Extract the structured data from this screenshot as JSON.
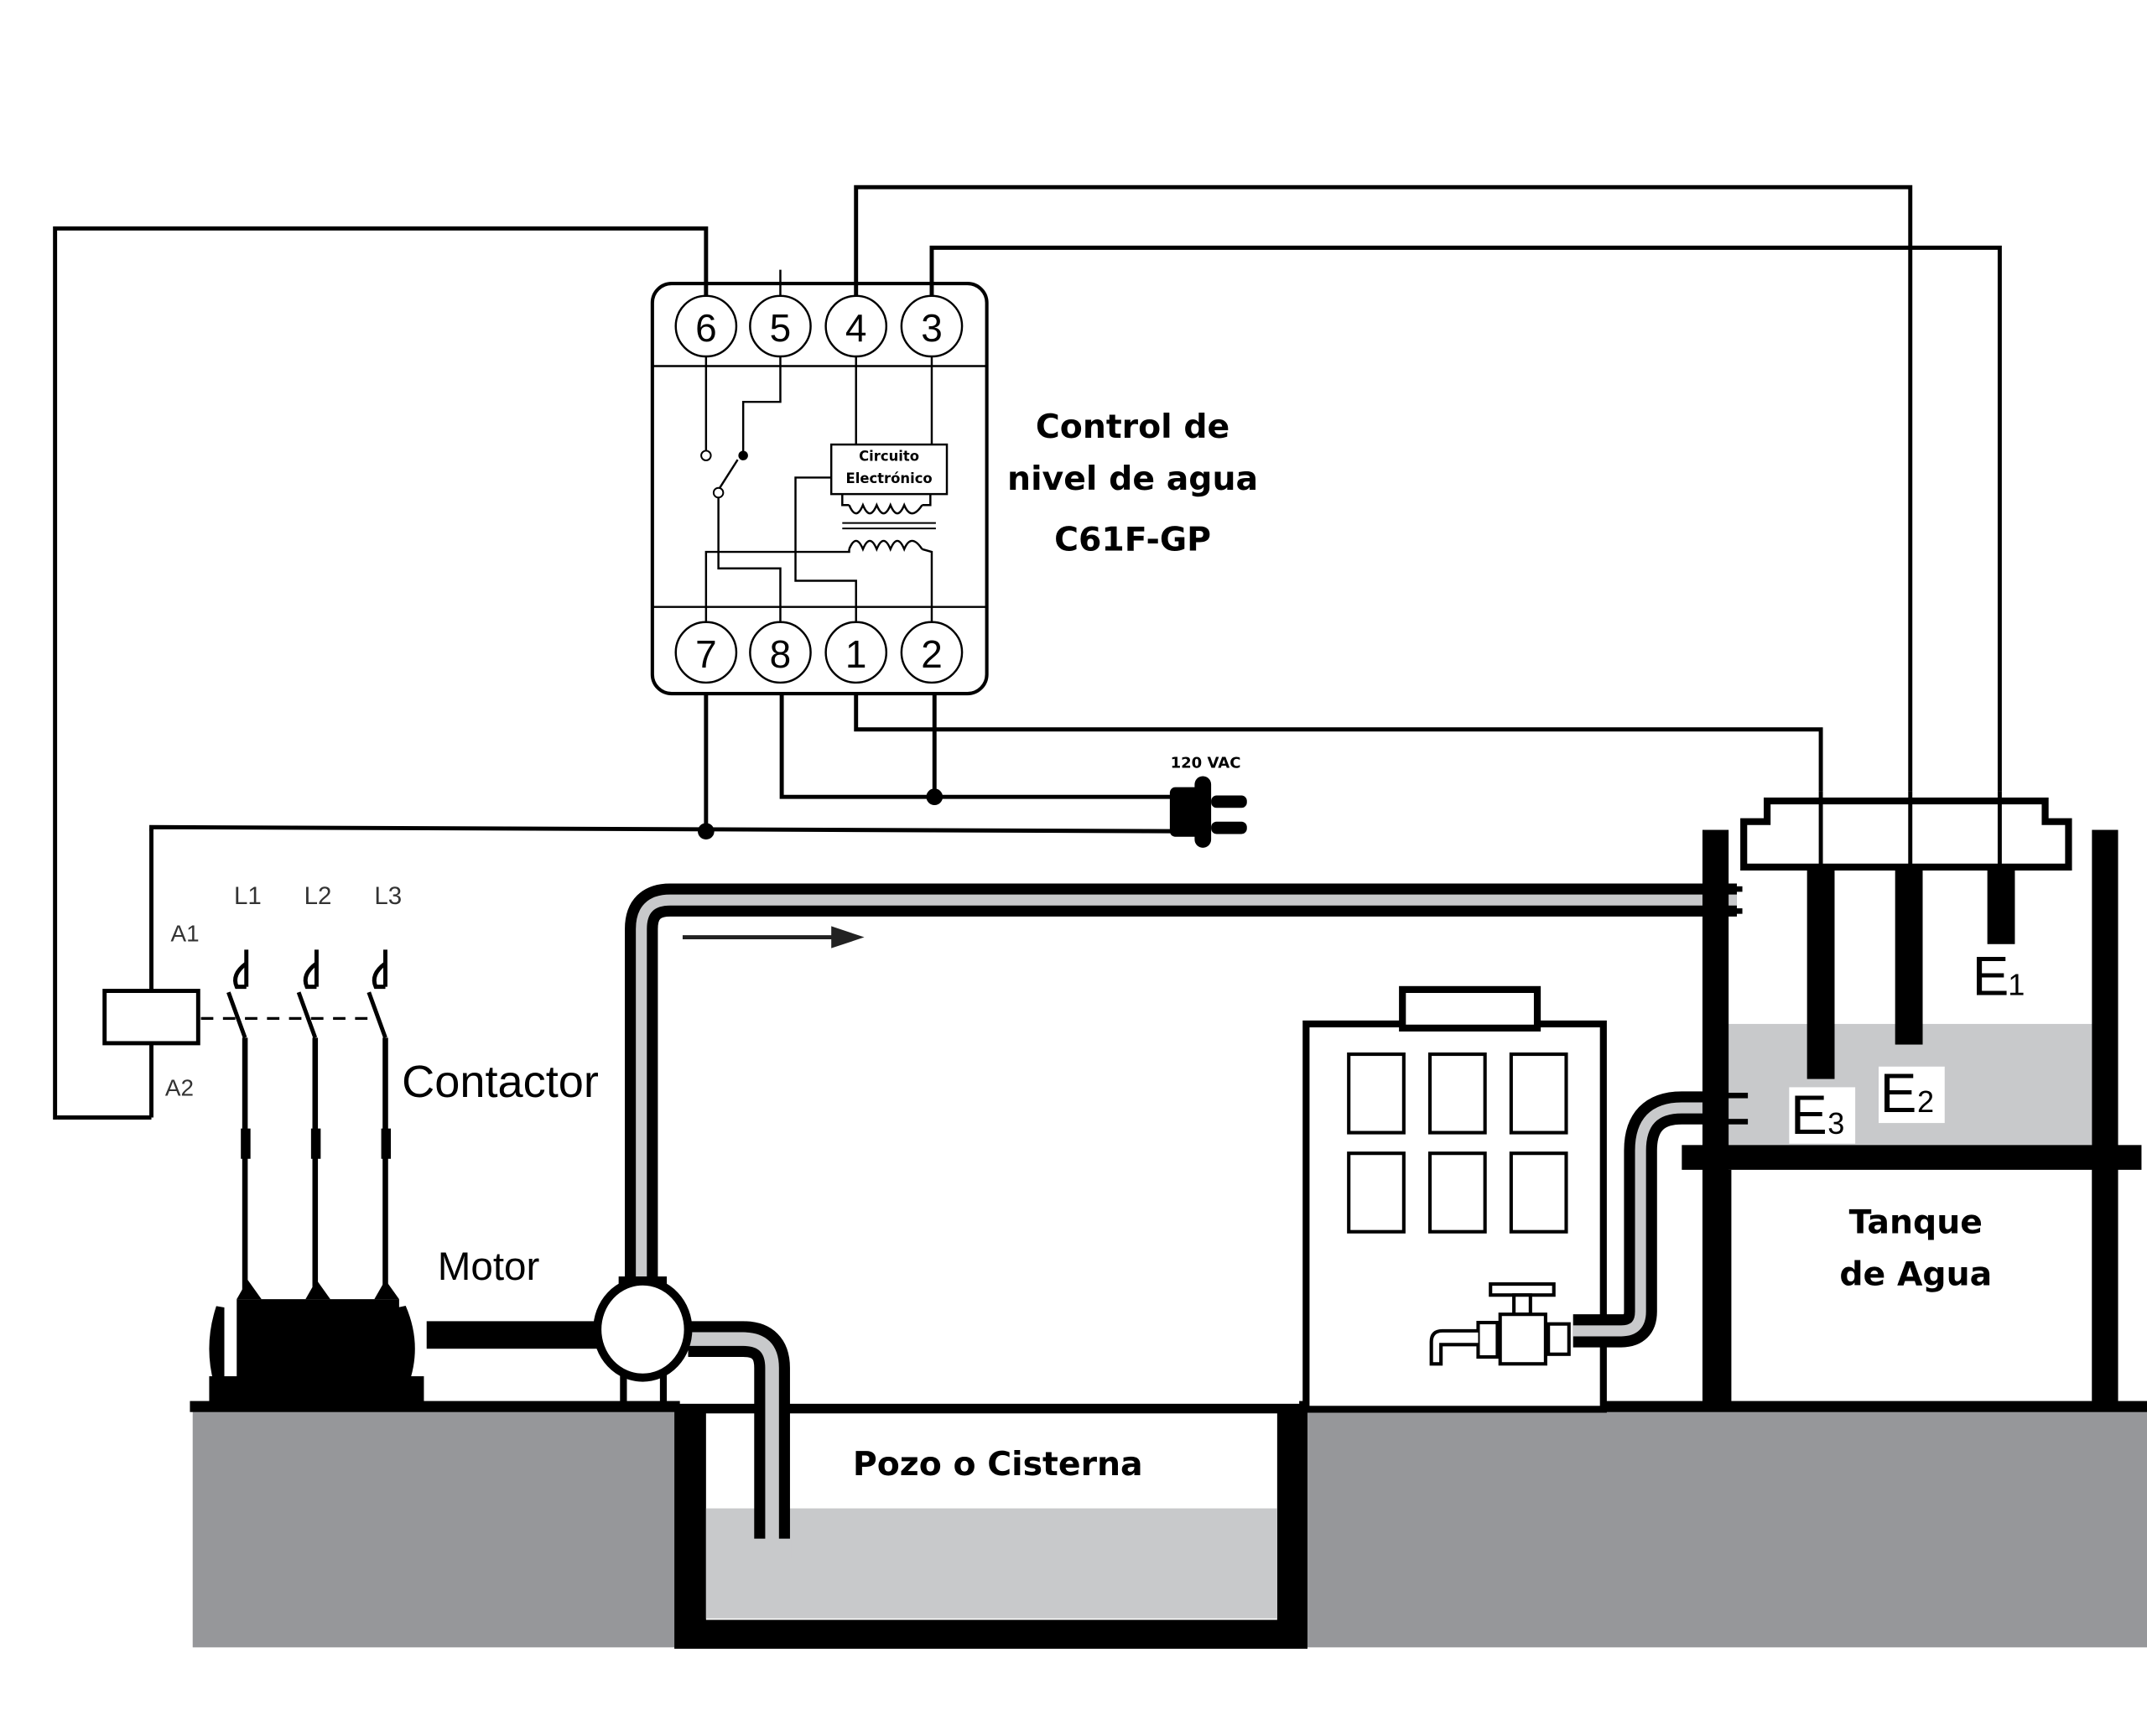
{
  "title": {
    "line1": "Control de",
    "line2": "nivel de agua",
    "line3": "C61F-GP"
  },
  "controller": {
    "top_terminals": [
      "6",
      "5",
      "4",
      "3"
    ],
    "bottom_terminals": [
      "7",
      "8",
      "1",
      "2"
    ],
    "circuit_line1": "Circuito",
    "circuit_line2": "Electrónico"
  },
  "power": {
    "label": "120 VAC"
  },
  "contactor": {
    "label": "Contactor",
    "coil_top": "A1",
    "coil_bottom": "A2",
    "phases": [
      "L1",
      "L2",
      "L3"
    ]
  },
  "motor": {
    "label": "Motor"
  },
  "cistern": {
    "label": "Pozo o Cisterna"
  },
  "tank": {
    "line1": "Tanque",
    "line2": "de Agua",
    "electrodes": [
      {
        "letter": "E",
        "sub": "1"
      },
      {
        "letter": "E",
        "sub": "2"
      },
      {
        "letter": "E",
        "sub": "3"
      }
    ]
  },
  "colors": {
    "ink": "#000000",
    "water": "#c8c9cb",
    "ground": "#96979a",
    "pipe_fill": "#c8c9cb"
  }
}
